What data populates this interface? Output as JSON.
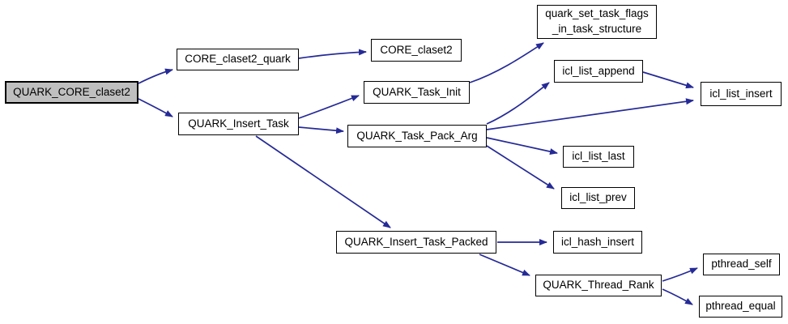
{
  "diagram": {
    "type": "call-graph",
    "colors": {
      "background": "#ffffff",
      "edge": "#252a96",
      "node_fill": "#ffffff",
      "node_border": "#000000",
      "highlight_fill": "#bfbfbf"
    },
    "nodes": [
      {
        "id": "QUARK_CORE_claset2",
        "label": "QUARK_CORE_claset2",
        "highlight": true
      },
      {
        "id": "CORE_claset2_quark",
        "label": "CORE_claset2_quark",
        "highlight": false
      },
      {
        "id": "CORE_claset2",
        "label": "CORE_claset2",
        "highlight": false
      },
      {
        "id": "QUARK_Insert_Task",
        "label": "QUARK_Insert_Task",
        "highlight": false
      },
      {
        "id": "QUARK_Task_Init",
        "label": "QUARK_Task_Init",
        "highlight": false
      },
      {
        "id": "QUARK_Task_Pack_Arg",
        "label": "QUARK_Task_Pack_Arg",
        "highlight": false
      },
      {
        "id": "quark_set_task_flags_in_task_structure",
        "label": "quark_set_task_flags\n_in_task_structure",
        "highlight": false
      },
      {
        "id": "icl_list_append",
        "label": "icl_list_append",
        "highlight": false
      },
      {
        "id": "icl_list_insert",
        "label": "icl_list_insert",
        "highlight": false
      },
      {
        "id": "icl_list_last",
        "label": "icl_list_last",
        "highlight": false
      },
      {
        "id": "icl_list_prev",
        "label": "icl_list_prev",
        "highlight": false
      },
      {
        "id": "QUARK_Insert_Task_Packed",
        "label": "QUARK_Insert_Task_Packed",
        "highlight": false
      },
      {
        "id": "icl_hash_insert",
        "label": "icl_hash_insert",
        "highlight": false
      },
      {
        "id": "QUARK_Thread_Rank",
        "label": "QUARK_Thread_Rank",
        "highlight": false
      },
      {
        "id": "pthread_self",
        "label": "pthread_self",
        "highlight": false
      },
      {
        "id": "pthread_equal",
        "label": "pthread_equal",
        "highlight": false
      }
    ],
    "edges": [
      {
        "from": "QUARK_CORE_claset2",
        "to": "CORE_claset2_quark"
      },
      {
        "from": "QUARK_CORE_claset2",
        "to": "QUARK_Insert_Task"
      },
      {
        "from": "CORE_claset2_quark",
        "to": "CORE_claset2"
      },
      {
        "from": "QUARK_Insert_Task",
        "to": "QUARK_Task_Init"
      },
      {
        "from": "QUARK_Insert_Task",
        "to": "QUARK_Task_Pack_Arg"
      },
      {
        "from": "QUARK_Insert_Task",
        "to": "QUARK_Insert_Task_Packed"
      },
      {
        "from": "QUARK_Task_Init",
        "to": "quark_set_task_flags_in_task_structure"
      },
      {
        "from": "QUARK_Task_Pack_Arg",
        "to": "icl_list_append"
      },
      {
        "from": "QUARK_Task_Pack_Arg",
        "to": "icl_list_insert"
      },
      {
        "from": "icl_list_append",
        "to": "icl_list_insert"
      },
      {
        "from": "QUARK_Task_Pack_Arg",
        "to": "icl_list_last"
      },
      {
        "from": "QUARK_Task_Pack_Arg",
        "to": "icl_list_prev"
      },
      {
        "from": "QUARK_Insert_Task_Packed",
        "to": "icl_hash_insert"
      },
      {
        "from": "QUARK_Insert_Task_Packed",
        "to": "QUARK_Thread_Rank"
      },
      {
        "from": "QUARK_Thread_Rank",
        "to": "pthread_self"
      },
      {
        "from": "QUARK_Thread_Rank",
        "to": "pthread_equal"
      }
    ]
  }
}
